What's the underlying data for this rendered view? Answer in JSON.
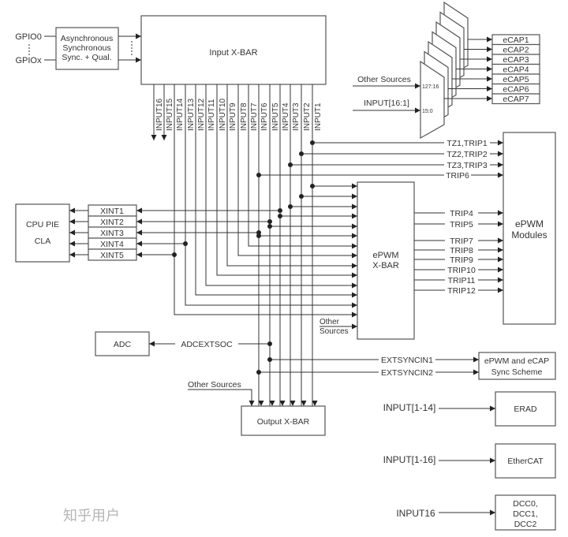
{
  "gpio": {
    "first": "GPIO0",
    "last": "GPIOx",
    "ellipsis": "⋮"
  },
  "sync_block": {
    "lines": [
      "Asynchronous",
      "Synchronous",
      "Sync. + Qual."
    ]
  },
  "input_xbar": {
    "title": "Input  X-BAR"
  },
  "inputs": [
    "INPUT16",
    "INPUT15",
    "INPUT14",
    "INPUT13",
    "INPUT12",
    "INPUT11",
    "INPUT10",
    "INPUT9",
    "INPUT8",
    "INPUT7",
    "INPUT6",
    "INPUT5",
    "INPUT4",
    "INPUT3",
    "INPUT2",
    "INPUT1"
  ],
  "ecap_mux": {
    "other_sources": "Other Sources",
    "input_bus": "INPUT[16:1]",
    "port_high": "127:16",
    "port_low": "15:0"
  },
  "ecaps": [
    "eCAP1",
    "eCAP2",
    "eCAP3",
    "eCAP4",
    "eCAP5",
    "eCAP6",
    "eCAP7"
  ],
  "direct_trips": [
    "TZ1,TRIP1",
    "TZ2,TRIP2",
    "TZ3,TRIP3",
    "TRIP6"
  ],
  "epwm_modules": {
    "lines": [
      "ePWM",
      "Modules"
    ]
  },
  "epwm_xbar": {
    "lines": [
      "ePWM",
      "X-BAR"
    ],
    "other_sources": [
      "Other",
      "Sources"
    ]
  },
  "xbar_trips": [
    "TRIP4",
    "TRIP5",
    "TRIP7",
    "TRIP8",
    "TRIP9",
    "TRIP10",
    "TRIP11",
    "TRIP12"
  ],
  "cpu": {
    "lines": [
      "CPU PIE",
      "CLA"
    ]
  },
  "xints": [
    "XINT1",
    "XINT2",
    "XINT3",
    "XINT4",
    "XINT5"
  ],
  "adc": {
    "label": "ADC",
    "signal": "ADCEXTSOC"
  },
  "sync": {
    "signals": [
      "EXTSYNCIN1",
      "EXTSYNCIN2"
    ],
    "lines": [
      "ePWM and eCAP",
      "Sync Scheme"
    ]
  },
  "output_xbar": {
    "title": "Output X-BAR",
    "other_sources": "Other Sources"
  },
  "erad": {
    "label": "ERAD",
    "signal": "INPUT[1-14]"
  },
  "ethercat": {
    "label": "EtherCAT",
    "signal": "INPUT[1-16]"
  },
  "dcc": {
    "lines": [
      "DCC0,",
      "DCC1,",
      "DCC2"
    ],
    "signal": "INPUT16"
  },
  "watermark": "知乎用户"
}
